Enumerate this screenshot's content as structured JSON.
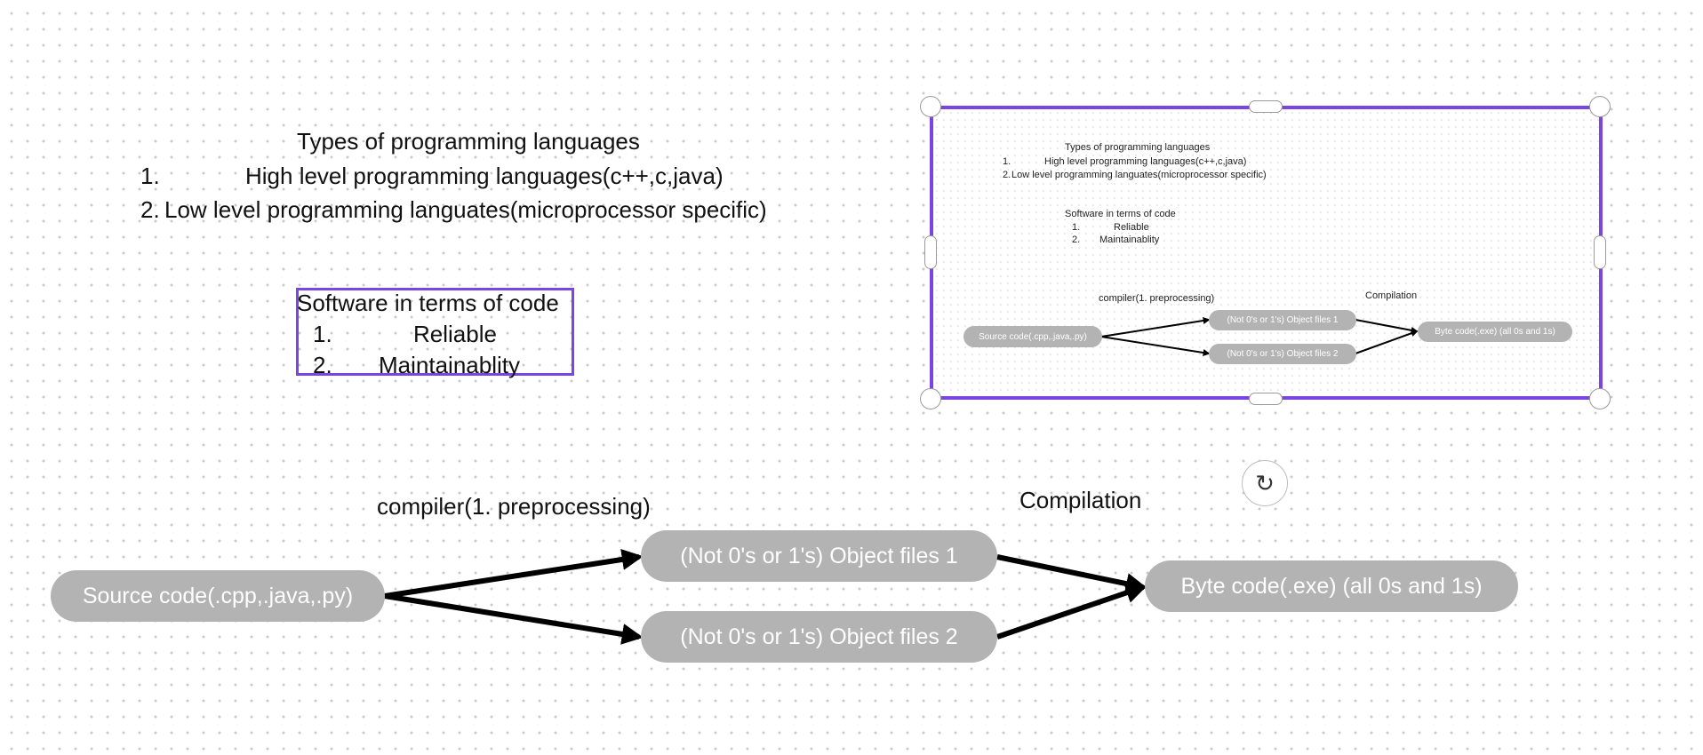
{
  "notes": {
    "title": "Types of programming languages",
    "items": [
      {
        "num": "1.",
        "text": "High level programming languages(c++,c,java)"
      },
      {
        "num": "2.",
        "text": "Low level programming languates(microprocessor specific)"
      }
    ]
  },
  "software": {
    "title": "Software in terms of code",
    "items": [
      {
        "num": "1.",
        "text": "Reliable"
      },
      {
        "num": "2.",
        "text": "Maintainablity"
      }
    ]
  },
  "flow": {
    "compiler_label": "compiler(1. preprocessing)",
    "compilation_label": "Compilation",
    "source": "Source code(.cpp,.java,.py)",
    "object1": "(Not 0's or 1's) Object files 1",
    "object2": "(Not 0's or 1's) Object files 2",
    "bytecode": "Byte code(.exe) (all 0s and 1s)"
  },
  "selection": {
    "frame_color": "#7a45e2",
    "rotate_icon": "rotate-icon"
  },
  "colors": {
    "accent": "#7a45e2",
    "pill": "#b3b3b3",
    "text": "#111111"
  }
}
